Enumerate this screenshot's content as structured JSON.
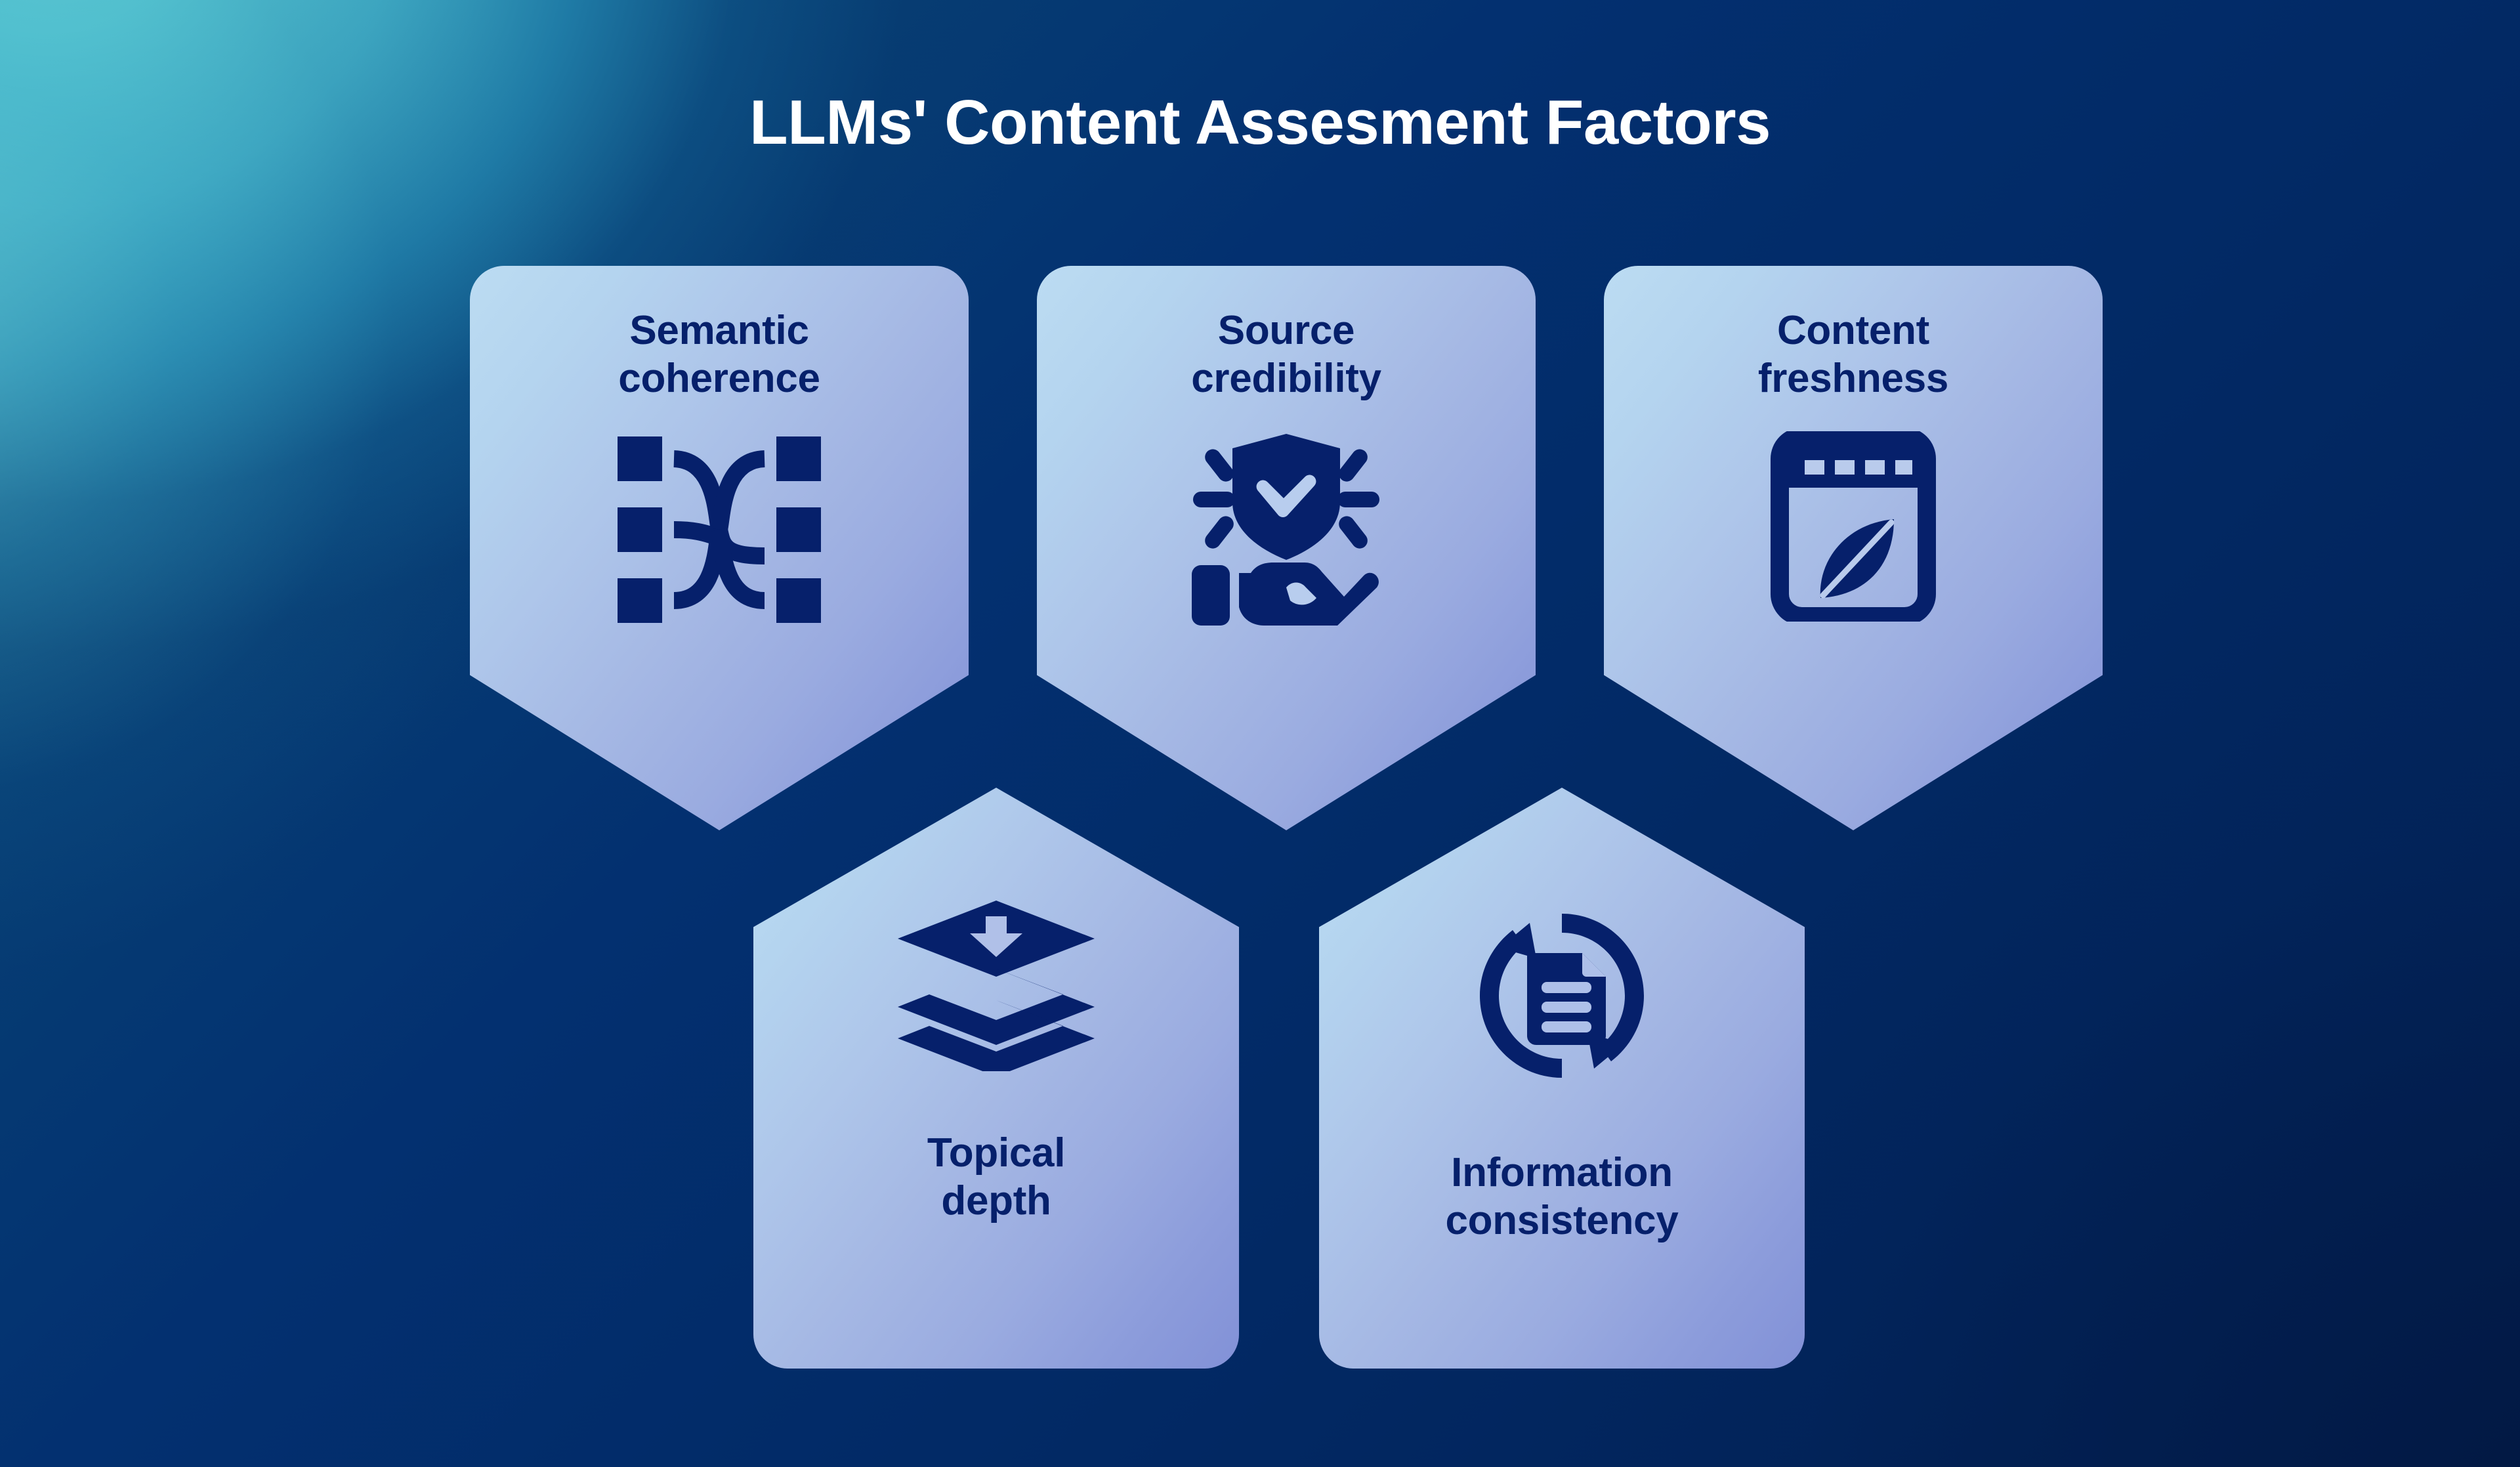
{
  "page": {
    "title": "LLMs' Content Assesment Factors",
    "background": {
      "glow_color": "#5CC9D4",
      "mid_color": "#1F7BA6",
      "deep_color": "#03215E"
    },
    "card_colors": {
      "gradient_start": "#BCDCF2",
      "gradient_end": "#8291D7",
      "icon_color": "#06206B",
      "label_color": "#06206B",
      "title_color": "#FFFFFF"
    }
  },
  "cards": [
    {
      "id": "semantic-coherence",
      "label_line1": "Semantic",
      "label_line2": "coherence",
      "icon": "shuffle-nodes-icon",
      "row": "top",
      "orientation": "point-down"
    },
    {
      "id": "source-credibility",
      "label_line1": "Source",
      "label_line2": "credibility",
      "icon": "hand-shield-check-icon",
      "row": "top",
      "orientation": "point-down"
    },
    {
      "id": "content-freshness",
      "label_line1": "Content",
      "label_line2": "freshness",
      "icon": "calendar-leaf-icon",
      "row": "top",
      "orientation": "point-down"
    },
    {
      "id": "topical-depth",
      "label_line1": "Topical",
      "label_line2": "depth",
      "icon": "stacked-layers-arrow-icon",
      "row": "bottom",
      "orientation": "point-up"
    },
    {
      "id": "information-consistency",
      "label_line1": "Information",
      "label_line2": "consistency",
      "icon": "document-sync-icon",
      "row": "bottom",
      "orientation": "point-up"
    }
  ]
}
